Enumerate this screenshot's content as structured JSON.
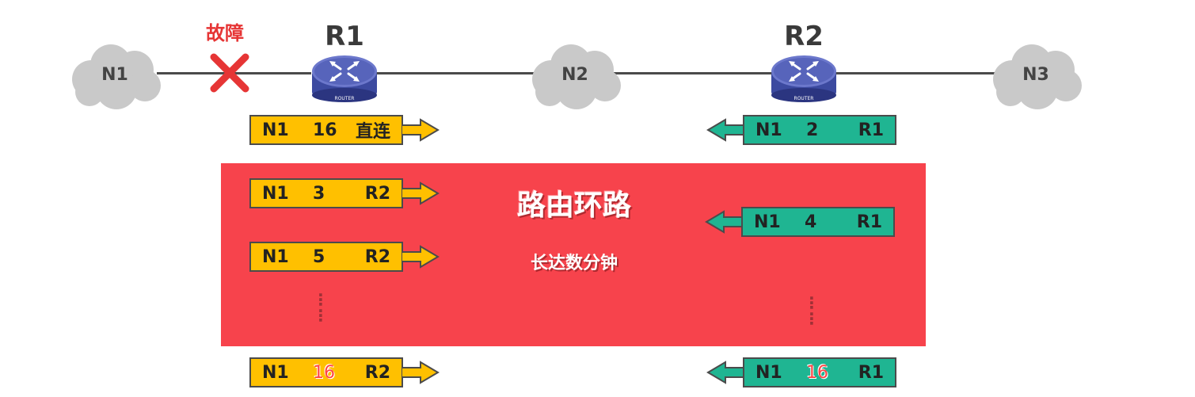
{
  "topology": {
    "networks": [
      "N1",
      "N2",
      "N3"
    ],
    "routers": [
      "R1",
      "R2"
    ],
    "router_badge": "ROUTER",
    "fault_label": "故障"
  },
  "colors": {
    "r1_table": "#ffc000",
    "r2_table": "#1fb592",
    "loop_panel": "#f7434c",
    "fault": "#e63535"
  },
  "panel": {
    "title": "路由环路",
    "subtitle": "长达数分钟"
  },
  "r1_updates": [
    {
      "dest": "N1",
      "metric": "16",
      "next": "直连"
    },
    {
      "dest": "N1",
      "metric": "3",
      "next": "R2"
    },
    {
      "dest": "N1",
      "metric": "5",
      "next": "R2"
    },
    {
      "dest": "N1",
      "metric": "16",
      "next": "R2"
    }
  ],
  "r2_updates": [
    {
      "dest": "N1",
      "metric": "2",
      "next": "R1"
    },
    {
      "dest": "N1",
      "metric": "4",
      "next": "R1"
    },
    {
      "dest": "N1",
      "metric": "16",
      "next": "R1"
    }
  ],
  "ellipsis": "⋮"
}
